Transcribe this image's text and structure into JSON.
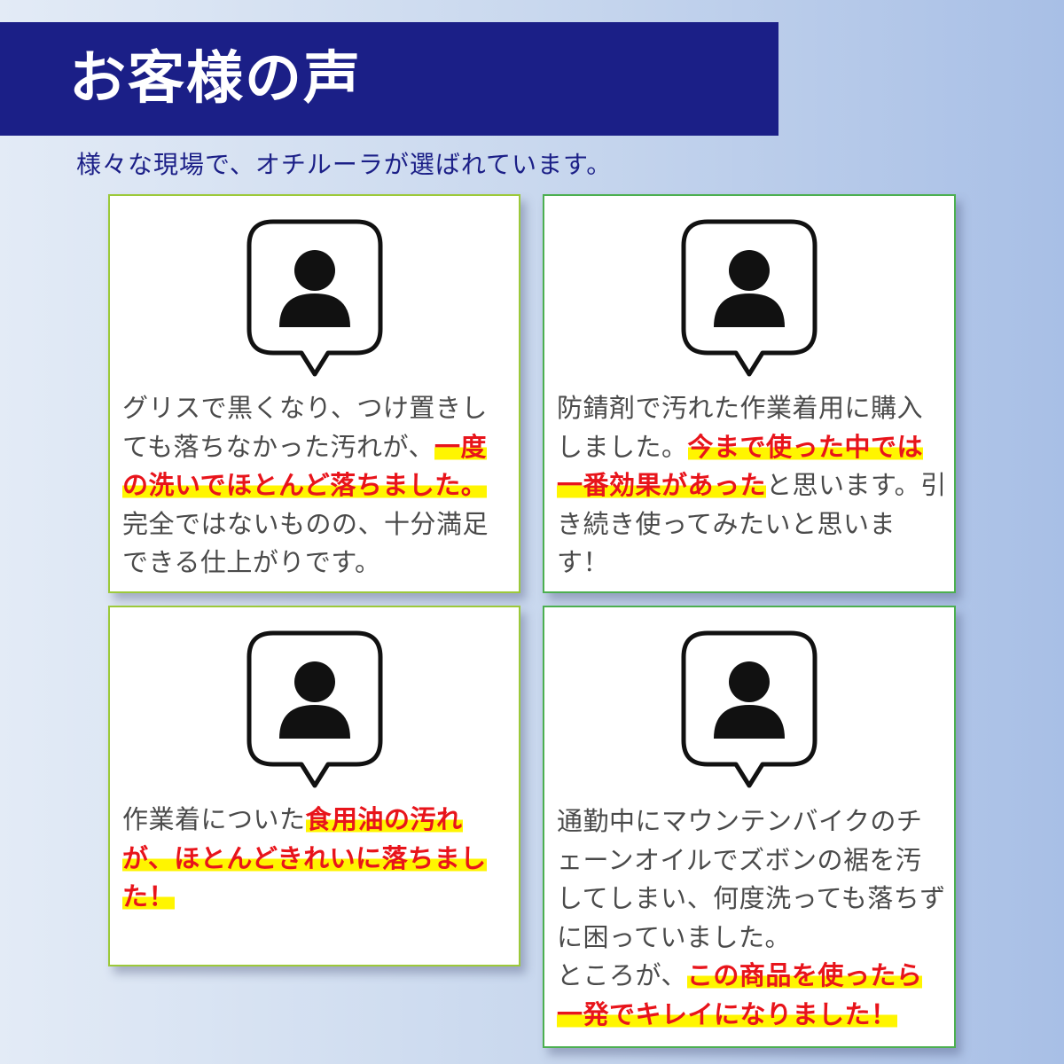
{
  "header": {
    "title": "お客様の声",
    "subtitle": "様々な現場で、オチルーラが選ばれています。"
  },
  "colors": {
    "header_band": "#1b1f87",
    "highlight_text": "#e8141b",
    "highlight_marker": "#fff500",
    "card_border_left": "#9cc93a",
    "card_border_right": "#4caf50"
  },
  "reviews": [
    {
      "avatar_icon": "user-speech-bubble-icon",
      "segments": [
        {
          "text": "グリスで黒くなり、つけ置きしても落ちなかった汚れが、",
          "highlight": false
        },
        {
          "text": "一度の洗いでほとんど落ちました。",
          "highlight": true
        },
        {
          "text": "完全ではないものの、十分満足できる仕上がりです。",
          "highlight": false
        }
      ]
    },
    {
      "avatar_icon": "user-speech-bubble-icon",
      "segments": [
        {
          "text": "防錆剤で汚れた作業着用に購入しました。",
          "highlight": false
        },
        {
          "text": "今まで使った中では一番効果があった",
          "highlight": true
        },
        {
          "text": "と思います。引き続き使ってみたいと思います！",
          "highlight": false
        }
      ]
    },
    {
      "avatar_icon": "user-speech-bubble-icon",
      "segments": [
        {
          "text": "作業着についた",
          "highlight": false
        },
        {
          "text": "食用油の汚れが、ほとんどきれいに落ちました！",
          "highlight": true
        }
      ]
    },
    {
      "avatar_icon": "user-speech-bubble-icon",
      "segments": [
        {
          "text": "通勤中にマウンテンバイクのチェーンオイルでズボンの裾を汚してしまい、何度洗っても落ちずに困っていました。",
          "highlight": false
        },
        {
          "text": "ところが、",
          "highlight": false
        },
        {
          "text": "この商品を使ったら一発でキレイになりました！",
          "highlight": true
        }
      ]
    }
  ]
}
